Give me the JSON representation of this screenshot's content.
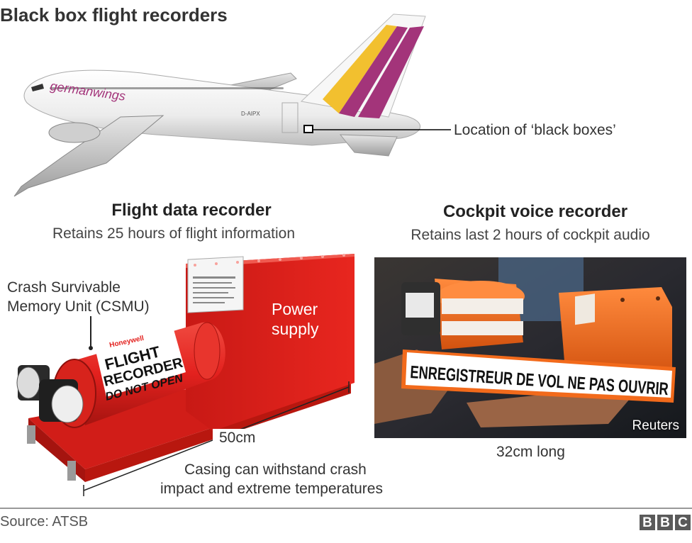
{
  "title": "Black box flight recorders",
  "plane": {
    "livery_text": "germanwings",
    "registration": "D-AIPX",
    "location_label": "Location of ‘black boxes’"
  },
  "fdr": {
    "heading": "Flight data recorder",
    "subheading": "Retains 25 hours of flight information",
    "csmu_label_line1": "Crash Survivable",
    "csmu_label_line2": "Memory Unit (CSMU)",
    "power_label_line1": "Power",
    "power_label_line2": "supply",
    "brand": "Honeywell",
    "canister_line1": "FLIGHT",
    "canister_line2": "RECORDER",
    "canister_line3": "DO NOT OPEN",
    "length_label": "50cm",
    "casing_line1": "Casing can withstand crash",
    "casing_line2": "impact and extreme temperatures"
  },
  "cvr": {
    "heading": "Cockpit voice recorder",
    "subheading": "Retains last 2 hours of cockpit audio",
    "banner_text": "ENREGISTREUR DE VOL NE PAS OUVRIR",
    "photo_credit": "Reuters",
    "length_label": "32cm long"
  },
  "footer": {
    "source": "Source: ATSB",
    "logo_letters": [
      "B",
      "B",
      "C"
    ]
  },
  "colors": {
    "recorder_red": "#e3211e",
    "cvr_orange": "#f26a1b",
    "livery_magenta": "#a3347a",
    "livery_yellow": "#f2c02f"
  }
}
